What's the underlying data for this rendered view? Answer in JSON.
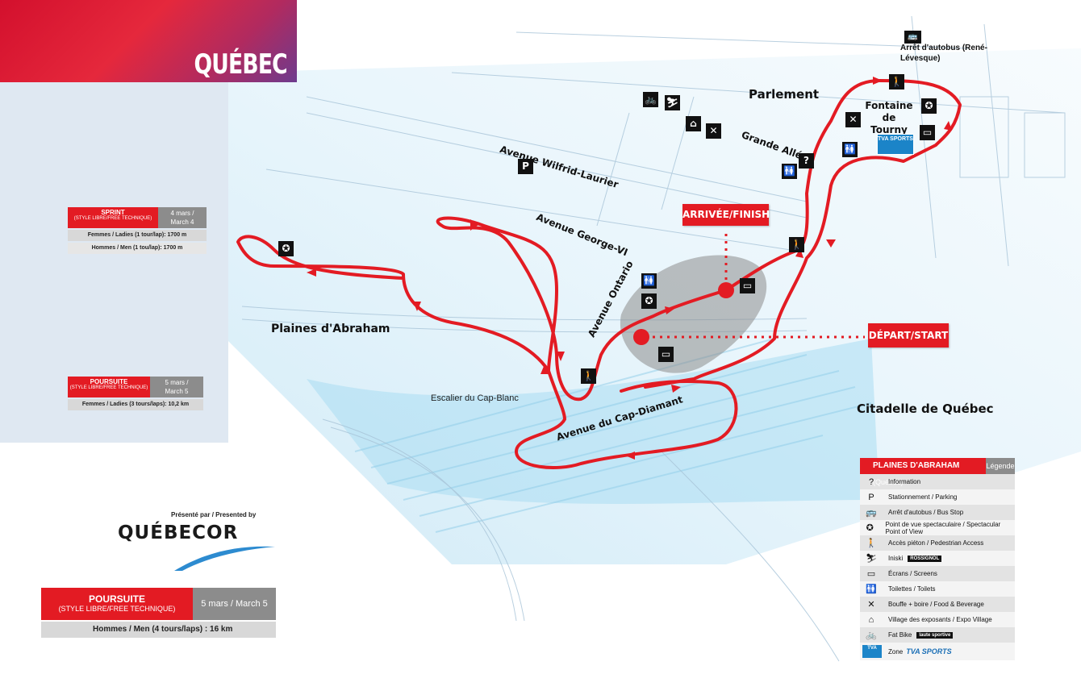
{
  "header": {
    "city": "QUÉBEC"
  },
  "sprint_card": {
    "title": "SPRINT",
    "subtitle": "(STYLE LIBRE/FREE TECHNIQUE)",
    "date": "4 mars / March 4",
    "rows": [
      "Femmes / Ladies (1 tour/lap): 1700 m",
      "Hommes / Men (1 tou/lap): 1700 m"
    ]
  },
  "pursuit_card": {
    "title": "POURSUITE",
    "subtitle": "(STYLE LIBRE/FREE TECHNIQUE)",
    "date": "5 mars / March 5",
    "rows": [
      "Femmes / Ladies (3 tours/laps): 10,2 km"
    ]
  },
  "sponsor": {
    "presented": "Présenté par / Presented by",
    "name": "QUÉBECOR"
  },
  "men_pursuit_card": {
    "title": "POURSUITE",
    "subtitle": "(STYLE LIBRE/FREE TECHNIQUE)",
    "date": "5 mars / March 5",
    "row": "Hommes / Men (4 tours/laps) : 16 km"
  },
  "map": {
    "streets": {
      "wilfrid": "Avenue Wilfrid-Laurier",
      "george": "Avenue George-VI",
      "ontario": "Avenue Ontario",
      "grande_allee": "Grande Allée",
      "cap_diamant": "Avenue du Cap-Diamant",
      "cap_blanc": "Escalier du Cap-Blanc"
    },
    "places": {
      "parlement": "Parlement",
      "fontaine": "Fontaine de Tourny",
      "plaines": "Plaines d'Abraham",
      "citadelle": "Citadelle de Québec",
      "bus": "Arrêt d'autobus (René-Lévesque)"
    },
    "callouts": {
      "finish": "ARRIVÉE/FINISH",
      "start": "DÉPART/START"
    },
    "tva_badge": "TVA SPORTS"
  },
  "legend": {
    "title": "PLAINES D'ABRAHAM",
    "title_sub": "(Québec)",
    "tag": "Légende",
    "items": [
      {
        "icon": "?",
        "icon_name": "information-icon",
        "label": "Information"
      },
      {
        "icon": "P",
        "icon_name": "parking-icon",
        "label": "Stationnement / Parking"
      },
      {
        "icon": "🚌",
        "icon_name": "bus-icon",
        "label": "Arrêt d'autobus / Bus Stop"
      },
      {
        "icon": "✪",
        "icon_name": "star-icon",
        "label": "Point de vue spectaculaire / Spectacular Point of View"
      },
      {
        "icon": "🚶",
        "icon_name": "pedestrian-icon",
        "label": "Accès piéton / Pedestrian Access"
      },
      {
        "icon": "⛷",
        "icon_name": "skier-icon",
        "label": "Iniski",
        "brand": "ROSSIGNOL"
      },
      {
        "icon": "▭",
        "icon_name": "screen-icon",
        "label": "Écrans / Screens"
      },
      {
        "icon": "🚻",
        "icon_name": "toilet-icon",
        "label": "Toilettes / Toilets"
      },
      {
        "icon": "✕",
        "icon_name": "food-icon",
        "label": "Bouffe + boire / Food & Beverage"
      },
      {
        "icon": "⌂",
        "icon_name": "village-icon",
        "label": "Village des exposants / Expo Village"
      },
      {
        "icon": "🚲",
        "icon_name": "bike-icon",
        "label": "Fat Bike",
        "brand": "laute sportive"
      },
      {
        "icon": "TVA",
        "icon_name": "tva-icon",
        "label": "Zone",
        "brand": "TVA SPORTS"
      }
    ]
  },
  "colors": {
    "route": "#e31b23",
    "accent_grey": "#8c8c8c",
    "panel": "#dfe8f2",
    "tva": "#1b84c8"
  }
}
